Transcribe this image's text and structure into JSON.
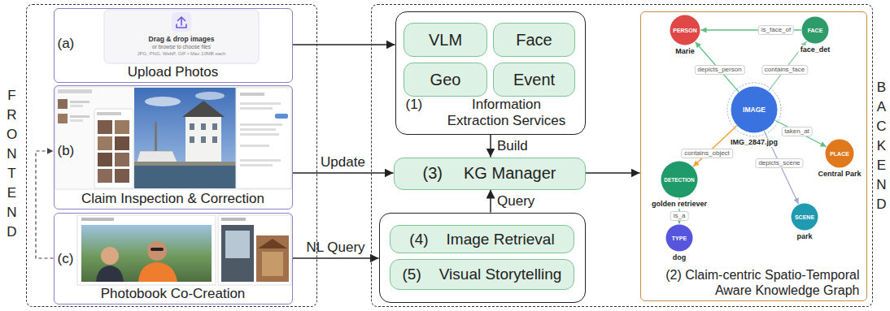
{
  "diagram": {
    "nodes": [
      {
        "text": [
          "FRONTEND"
        ]
      },
      {
        "text": [
          "(a)",
          "Upload Photos"
        ],
        "in": 0
      },
      {
        "text": [
          "(b)",
          "Claim Inspection & Correction"
        ],
        "in": 0
      },
      {
        "text": [
          "(c)",
          "Photobook Co-Creation"
        ],
        "in": 0
      },
      {
        "text": [
          "BACKEND"
        ]
      },
      {
        "text": [
          "(1)",
          "Information Extraction Services"
        ],
        "in": 4
      },
      {
        "text": [
          "VLM"
        ],
        "in": 5
      },
      {
        "text": [
          "Face"
        ],
        "in": 5
      },
      {
        "text": [
          "Geo"
        ],
        "in": 5
      },
      {
        "text": [
          "Event"
        ],
        "in": 5
      },
      {
        "text": [
          "(3)",
          "KG Manager"
        ],
        "in": 4
      },
      {
        "text": [],
        "in": 4
      },
      {
        "text": [
          "(4)",
          "Image Retrieval"
        ],
        "in": 11
      },
      {
        "text": [
          "(5)",
          "Visual Storytelling"
        ],
        "in": 11
      },
      {
        "text": [
          "(2) Claim-centric Spatio-Temporal Aware Knowledge Graph"
        ],
        "in": 4
      },
      {
        "text": [
          "PERSON",
          "Marie"
        ],
        "in": 14
      },
      {
        "text": [
          "FACE",
          "face_det"
        ],
        "in": 14
      },
      {
        "text": [
          "IMAGE",
          "IMG_2847.jpg"
        ],
        "in": 14
      },
      {
        "text": [
          "PLACE",
          "Central Park"
        ],
        "in": 14
      },
      {
        "text": [
          "DETECTION",
          "golden retriever"
        ],
        "in": 14
      },
      {
        "text": [
          "SCENE",
          "park"
        ],
        "in": 14
      },
      {
        "text": [
          "TYPE",
          "dog"
        ],
        "in": 14
      }
    ],
    "edges": [
      {
        "from": 1,
        "to": 5,
        "arrow": "to"
      },
      {
        "from": 5,
        "to": 10,
        "label": "Build",
        "arrow": "to"
      },
      {
        "from": 2,
        "to": 10,
        "label": "Update",
        "arrow": "to"
      },
      {
        "from": 3,
        "to": 11,
        "label": "NL Query",
        "arrow": "to"
      },
      {
        "from": 11,
        "to": 10,
        "label": "Query",
        "arrow": "to"
      },
      {
        "from": 10,
        "to": 14,
        "arrow": "to"
      },
      {
        "from": 3,
        "to": 2,
        "arrow": "to"
      },
      {
        "from": 16,
        "to": 15,
        "label": "is_face_of",
        "arrow": "to"
      },
      {
        "from": 17,
        "to": 15,
        "label": "depicts_person",
        "arrow": "to"
      },
      {
        "from": 17,
        "to": 16,
        "label": "contains_face",
        "arrow": "to"
      },
      {
        "from": 17,
        "to": 18,
        "label": "taken_at",
        "arrow": "to"
      },
      {
        "from": 17,
        "to": 19,
        "label": "contains_object",
        "arrow": "to"
      },
      {
        "from": 17,
        "to": 20,
        "label": "depicts_scene",
        "arrow": "to"
      },
      {
        "from": 19,
        "to": 21,
        "label": "is_a",
        "arrow": "to"
      }
    ],
    "labels": [
      "Drag & drop images",
      "or browse to choose files",
      "JPG, PNG, WebP, GIF • Max 10MB each"
    ]
  }
}
